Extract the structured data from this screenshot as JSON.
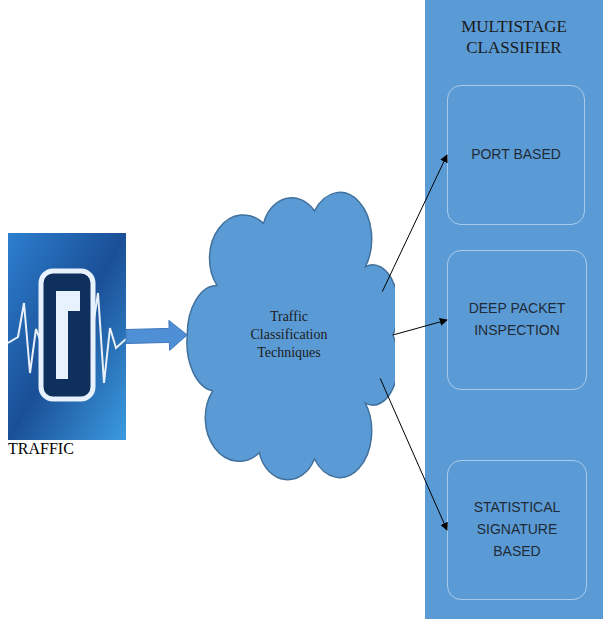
{
  "diagram": {
    "nodes": [
      {
        "text": [
          "TRAFFIC"
        ]
      },
      {
        "text": [
          "Traffic Classification Techniques"
        ]
      },
      {
        "text": [
          "MULTISTAGE CLASSIFIER"
        ]
      },
      {
        "text": [
          "PORT BASED"
        ],
        "in": 2
      },
      {
        "text": [
          "DEEP PACKET INSPECTION"
        ],
        "in": 2
      },
      {
        "text": [
          "STATISTICAL SIGNATURE BASED"
        ],
        "in": 2
      }
    ],
    "edges": [
      {
        "from": 0,
        "to": 1,
        "arrow": "to"
      },
      {
        "from": 1,
        "to": 3,
        "arrow": "to"
      },
      {
        "from": 1,
        "to": 4,
        "arrow": "to"
      },
      {
        "from": 1,
        "to": 5,
        "arrow": "to"
      }
    ]
  }
}
